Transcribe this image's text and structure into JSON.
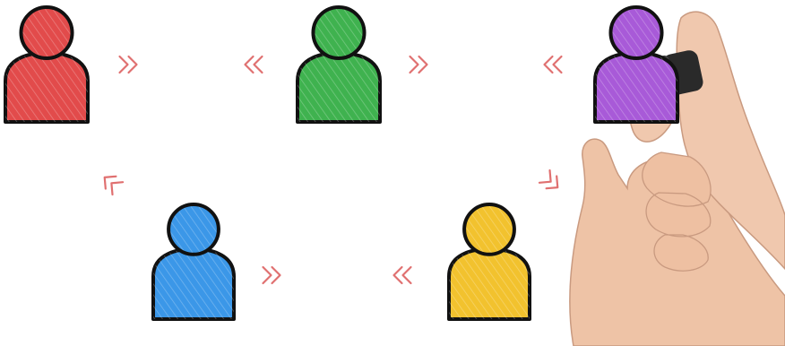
{
  "scene": {
    "background": "#ffffff",
    "outline_color": "#111111",
    "chevron_color": "#e07070",
    "hand_skin": "#eec3a6",
    "marker_color": "#2a2a2a"
  },
  "people": [
    {
      "id": "red",
      "color": "#e24b4b",
      "icon": "person-icon"
    },
    {
      "id": "green",
      "color": "#3fb24f",
      "icon": "person-icon"
    },
    {
      "id": "purple",
      "color": "#a85ad8",
      "icon": "person-icon"
    },
    {
      "id": "blue",
      "color": "#3b97e8",
      "icon": "person-icon"
    },
    {
      "id": "yellow",
      "color": "#f2c22e",
      "icon": "person-icon"
    }
  ],
  "chevrons": [
    {
      "id": "red-to-green-right",
      "icon": "chevron-right-icon"
    },
    {
      "id": "red-to-green-left",
      "icon": "chevron-left-icon"
    },
    {
      "id": "green-to-purple-right",
      "icon": "chevron-right-icon"
    },
    {
      "id": "green-to-purple-left",
      "icon": "chevron-left-icon"
    },
    {
      "id": "left-diagonal",
      "icon": "chevron-up-left-icon"
    },
    {
      "id": "right-diagonal",
      "icon": "chevron-down-right-icon"
    },
    {
      "id": "blue-to-yellow-right",
      "icon": "chevron-right-icon"
    },
    {
      "id": "blue-to-yellow-left",
      "icon": "chevron-left-icon"
    }
  ]
}
